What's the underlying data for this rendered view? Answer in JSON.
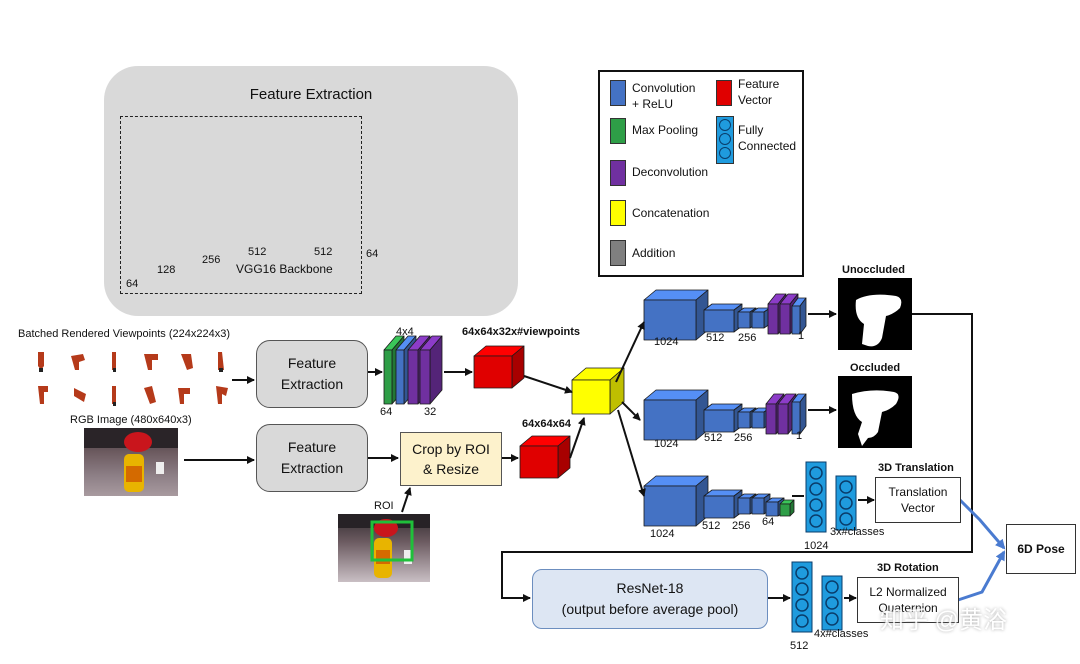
{
  "feature_extraction_panel": {
    "title": "Feature Extraction",
    "backbone_label": "VGG16 Backbone",
    "channel_labels": [
      "64",
      "128",
      "256",
      "512",
      "512",
      "64"
    ]
  },
  "legend": {
    "items": [
      {
        "label_lines": [
          "Convolution",
          "+ ReLU"
        ],
        "color": "#4472c4"
      },
      {
        "label_lines": [
          "Max Pooling"
        ],
        "color": "#2e9e47"
      },
      {
        "label_lines": [
          "Deconvolution"
        ],
        "color": "#7030a0"
      },
      {
        "label_lines": [
          "Concatenation"
        ],
        "color": "#ffff00"
      },
      {
        "label_lines": [
          "Addition"
        ],
        "color": "#7f7f7f"
      },
      {
        "label_lines": [
          "Feature",
          "Vector"
        ],
        "color": "#e00000"
      },
      {
        "label_lines": [
          "Fully",
          "Connected"
        ],
        "color": "#1f9bde"
      }
    ]
  },
  "inputs": {
    "rendered_label": "Batched Rendered Viewpoints (224x224x3)",
    "rgb_label": "RGB Image (480x640x3)",
    "roi_label": "ROI"
  },
  "blocks": {
    "feature_extraction_1": [
      "Feature",
      "Extraction"
    ],
    "feature_extraction_2": [
      "Feature",
      "Extraction"
    ],
    "crop": [
      "Crop by ROI",
      "& Resize"
    ],
    "resnet": [
      "ResNet-18",
      "(output before average pool)"
    ]
  },
  "small_stack_labels": {
    "top": "4x4",
    "left": "64",
    "right": "32"
  },
  "feature_vectors": {
    "viewpoints": "64x64x32x#viewpoints",
    "image": "64x64x64"
  },
  "branches": {
    "mask_unoccluded": {
      "title": "Unoccluded",
      "labels": [
        "1024",
        "512",
        "256",
        "1"
      ]
    },
    "mask_occluded": {
      "title": "Occluded",
      "labels": [
        "1024",
        "512",
        "256",
        "1"
      ]
    },
    "translation": {
      "labels": [
        "1024",
        "512",
        "256",
        "64",
        "1024",
        "3x#classes"
      ],
      "title": "3D Translation",
      "box_lines": [
        "Translation",
        "Vector"
      ]
    },
    "rotation": {
      "labels": [
        "512",
        "4x#classes"
      ],
      "title": "3D Rotation",
      "box_lines": [
        "L2 Normalized",
        "Quaternion"
      ]
    }
  },
  "output": {
    "label": "6D Pose"
  },
  "colors": {
    "conv": "#4472c4",
    "pool": "#2e9e47",
    "deconv": "#7030a0",
    "concat": "#ffff00",
    "add": "#7f7f7f",
    "feature": "#e00000",
    "fc": "#1f9bde"
  },
  "watermark": "知乎 @黄浴"
}
